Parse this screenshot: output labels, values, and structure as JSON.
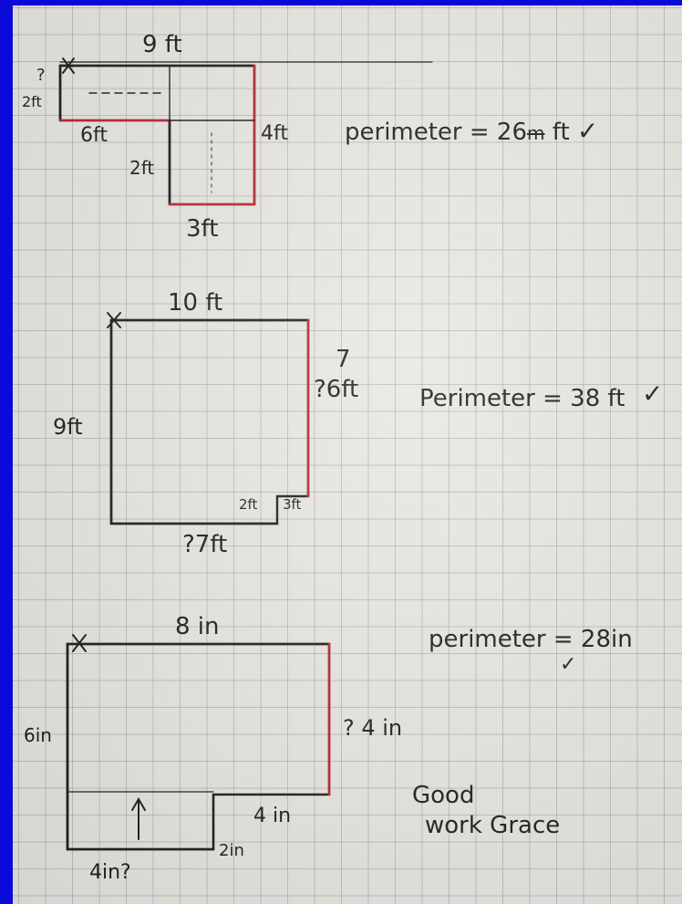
{
  "labels": {
    "fig1": {
      "top": "9 ft",
      "question": "?",
      "left": "2ft",
      "bottom_left": "6ft",
      "inner": "2ft",
      "right": "4ft",
      "bottom": "3ft",
      "perimeter": "perimeter = 26",
      "perimeter_struck": "m",
      "perimeter_unit": "ft",
      "check": "✓"
    },
    "fig2": {
      "top": "10 ft",
      "left": "9ft",
      "right_correction": "7",
      "right": "?6ft",
      "step_a": "2ft",
      "step_b": "3ft",
      "bottom": "?7ft",
      "perimeter": "Perimeter = 38 ft",
      "check": "✓"
    },
    "fig3": {
      "top": "8 in",
      "left": "6in",
      "right": "? 4 in",
      "step_top": "4 in",
      "step_side": "2in",
      "bottom": "4in?",
      "arrow": "↑",
      "perimeter": "perimeter = 28in",
      "check": "✓",
      "comment_line1": "Good",
      "comment_line2": "work Grace"
    }
  },
  "colors": {
    "frame": "#0a0ad8",
    "ink": "#1c1c1c",
    "red_ink": "#b3252f",
    "paper": "#e9e7e2",
    "grid": "#9a9a9a"
  }
}
